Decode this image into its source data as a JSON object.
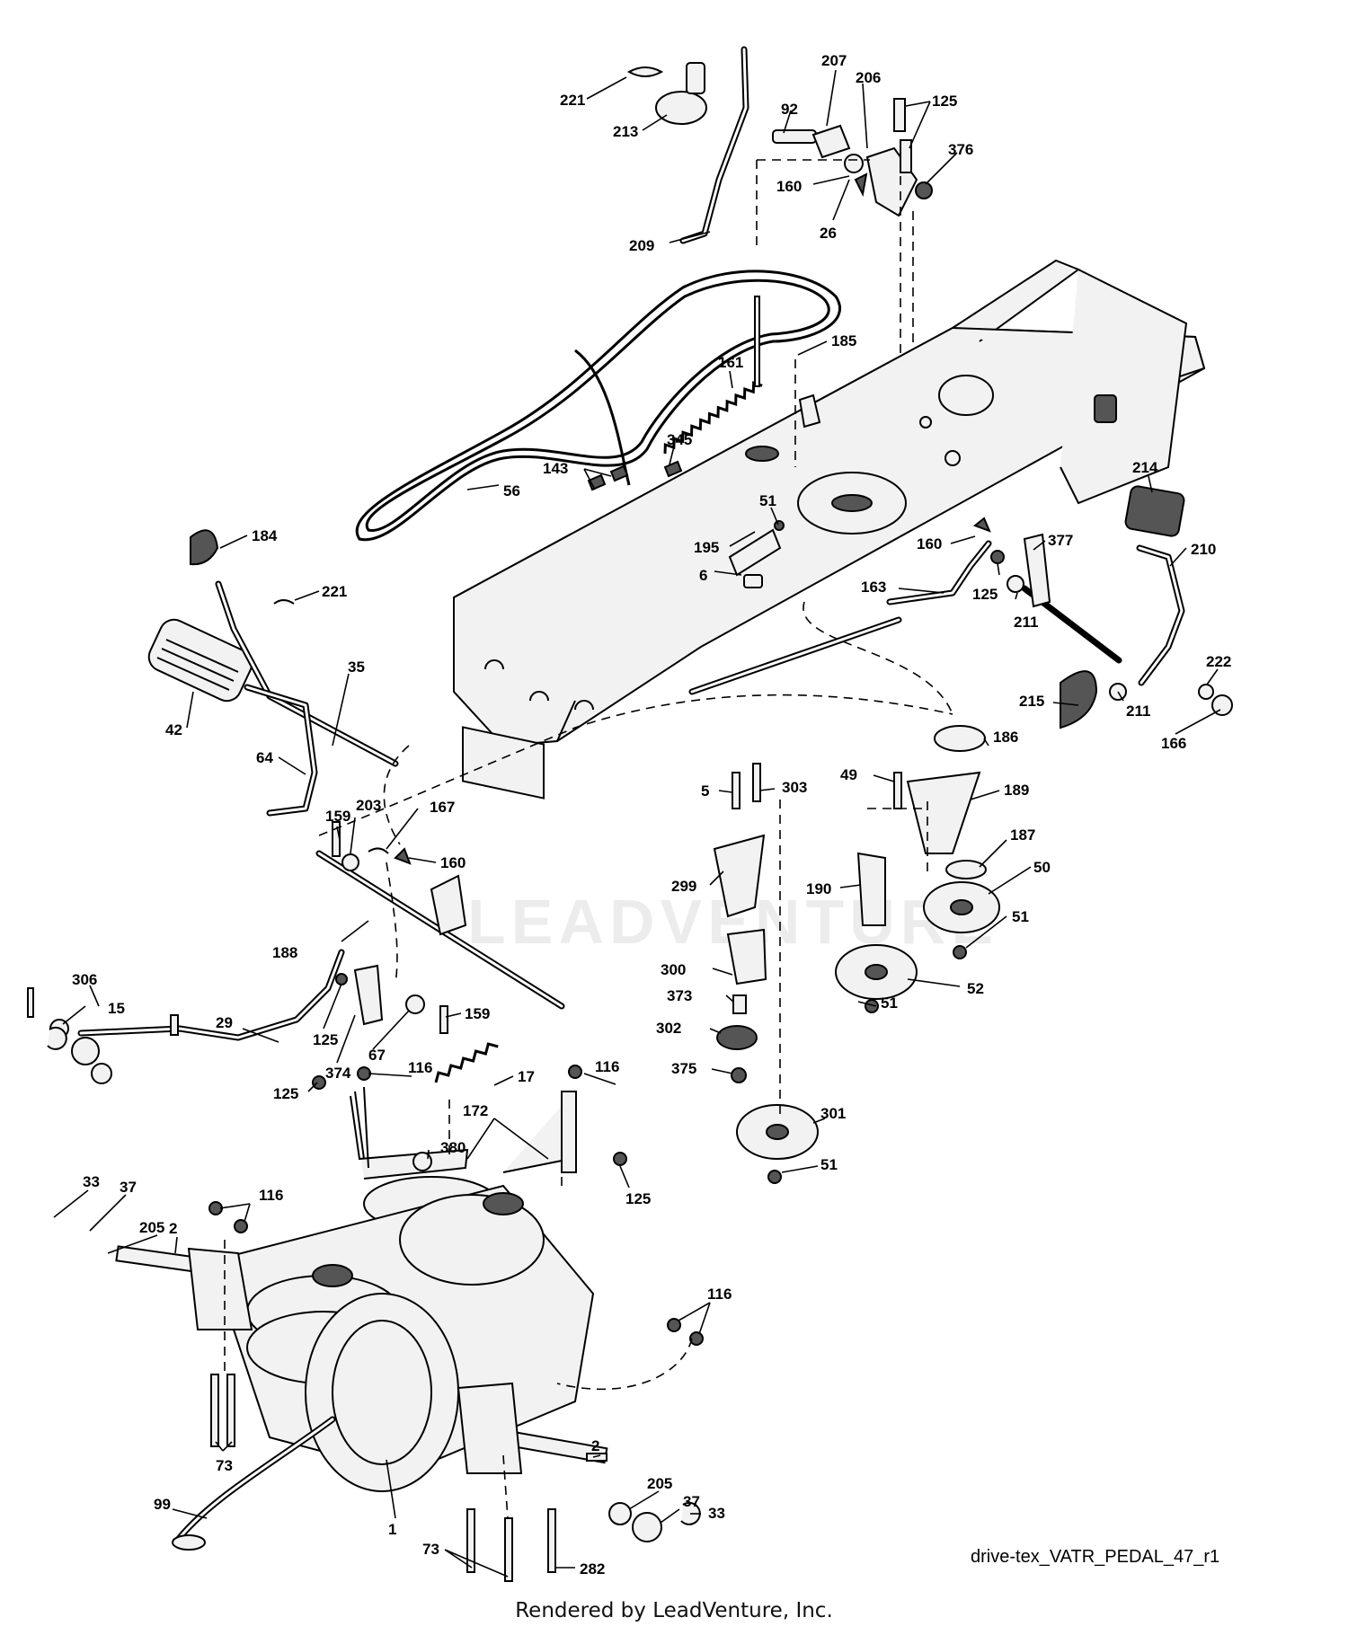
{
  "diagram_id": "drive-tex_VATR_PEDAL_47_r1",
  "footer": "Rendered by LeadVenture, Inc.",
  "watermark": "LEADVENTURE",
  "callouts": [
    {
      "id": "221a",
      "text": "221"
    },
    {
      "id": "213",
      "text": "213"
    },
    {
      "id": "207",
      "text": "207"
    },
    {
      "id": "206",
      "text": "206"
    },
    {
      "id": "125a",
      "text": "125"
    },
    {
      "id": "92",
      "text": "92"
    },
    {
      "id": "376",
      "text": "376"
    },
    {
      "id": "160a",
      "text": "160"
    },
    {
      "id": "26",
      "text": "26"
    },
    {
      "id": "209",
      "text": "209"
    },
    {
      "id": "185",
      "text": "185"
    },
    {
      "id": "161",
      "text": "161"
    },
    {
      "id": "345",
      "text": "345"
    },
    {
      "id": "143",
      "text": "143"
    },
    {
      "id": "56",
      "text": "56"
    },
    {
      "id": "51a",
      "text": "51"
    },
    {
      "id": "195",
      "text": "195"
    },
    {
      "id": "6",
      "text": "6"
    },
    {
      "id": "184",
      "text": "184"
    },
    {
      "id": "221b",
      "text": "221"
    },
    {
      "id": "214",
      "text": "214"
    },
    {
      "id": "377",
      "text": "377"
    },
    {
      "id": "210",
      "text": "210"
    },
    {
      "id": "160b",
      "text": "160"
    },
    {
      "id": "163",
      "text": "163"
    },
    {
      "id": "125b",
      "text": "125"
    },
    {
      "id": "211a",
      "text": "211"
    },
    {
      "id": "222",
      "text": "222"
    },
    {
      "id": "35",
      "text": "35"
    },
    {
      "id": "42",
      "text": "42"
    },
    {
      "id": "215",
      "text": "215"
    },
    {
      "id": "211b",
      "text": "211"
    },
    {
      "id": "166",
      "text": "166"
    },
    {
      "id": "186",
      "text": "186"
    },
    {
      "id": "64",
      "text": "64"
    },
    {
      "id": "49",
      "text": "49"
    },
    {
      "id": "303",
      "text": "303"
    },
    {
      "id": "189",
      "text": "189"
    },
    {
      "id": "5",
      "text": "5"
    },
    {
      "id": "159a",
      "text": "159"
    },
    {
      "id": "203",
      "text": "203"
    },
    {
      "id": "167",
      "text": "167"
    },
    {
      "id": "187",
      "text": "187"
    },
    {
      "id": "160c",
      "text": "160"
    },
    {
      "id": "50",
      "text": "50"
    },
    {
      "id": "299",
      "text": "299"
    },
    {
      "id": "190",
      "text": "190"
    },
    {
      "id": "51b",
      "text": "51"
    },
    {
      "id": "188",
      "text": "188"
    },
    {
      "id": "300",
      "text": "300"
    },
    {
      "id": "306",
      "text": "306"
    },
    {
      "id": "373",
      "text": "373"
    },
    {
      "id": "52",
      "text": "52"
    },
    {
      "id": "15",
      "text": "15"
    },
    {
      "id": "29",
      "text": "29"
    },
    {
      "id": "159b",
      "text": "159"
    },
    {
      "id": "51c",
      "text": "51"
    },
    {
      "id": "302",
      "text": "302"
    },
    {
      "id": "125c",
      "text": "125"
    },
    {
      "id": "67",
      "text": "67"
    },
    {
      "id": "374",
      "text": "374"
    },
    {
      "id": "17",
      "text": "17"
    },
    {
      "id": "375",
      "text": "375"
    },
    {
      "id": "116a",
      "text": "116"
    },
    {
      "id": "125d",
      "text": "125"
    },
    {
      "id": "116b",
      "text": "116"
    },
    {
      "id": "172",
      "text": "172"
    },
    {
      "id": "301",
      "text": "301"
    },
    {
      "id": "380",
      "text": "380"
    },
    {
      "id": "51d",
      "text": "51"
    },
    {
      "id": "125e",
      "text": "125"
    },
    {
      "id": "33a",
      "text": "33"
    },
    {
      "id": "37a",
      "text": "37"
    },
    {
      "id": "116c",
      "text": "116"
    },
    {
      "id": "205a",
      "text": "205"
    },
    {
      "id": "2a",
      "text": "2"
    },
    {
      "id": "116d",
      "text": "116"
    },
    {
      "id": "2b",
      "text": "2"
    },
    {
      "id": "73a",
      "text": "73"
    },
    {
      "id": "205b",
      "text": "205"
    },
    {
      "id": "37b",
      "text": "37"
    },
    {
      "id": "99",
      "text": "99"
    },
    {
      "id": "33b",
      "text": "33"
    },
    {
      "id": "1",
      "text": "1"
    },
    {
      "id": "73b",
      "text": "73"
    },
    {
      "id": "282",
      "text": "282"
    }
  ]
}
